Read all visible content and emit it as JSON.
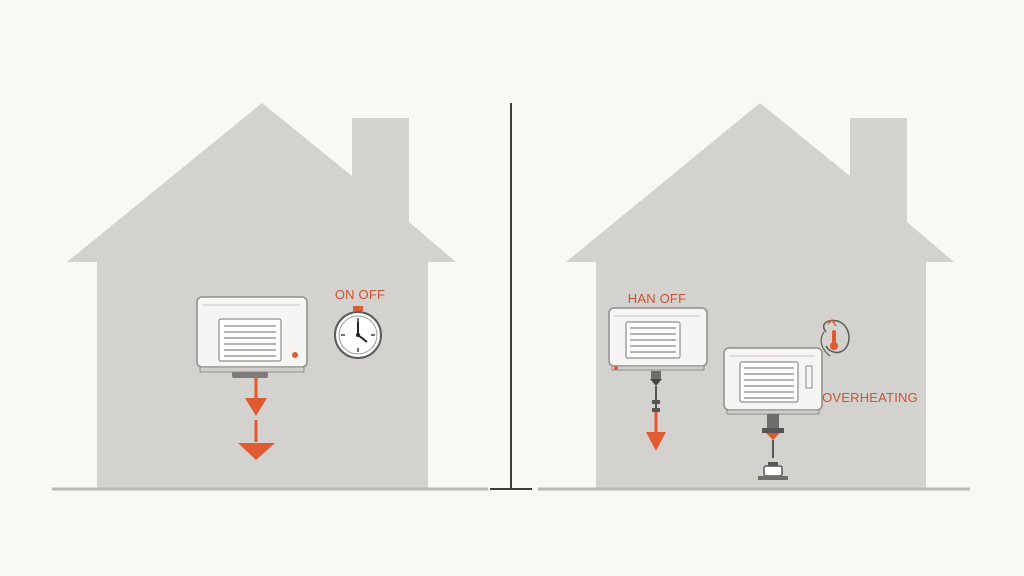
{
  "colors": {
    "background": "#f9f8f4",
    "house": "#d3d2cf",
    "ground": "#b9b8b4",
    "divider": "#3c3c3c",
    "unit_body": "#f6f5f3",
    "unit_outline": "#8e8d8a",
    "accent": "#e05a32"
  },
  "left_panel": {
    "label": "ON OFF",
    "icons": [
      "air-conditioner-icon",
      "clock-icon",
      "down-arrow-icon"
    ]
  },
  "right_panel": {
    "unit_a_label": "HAN OFF",
    "unit_b_label": "OVERHEATING",
    "icons": [
      "air-conditioner-icon",
      "thermometer-icon",
      "down-arrow-icon",
      "drain-pipe-icon"
    ]
  }
}
